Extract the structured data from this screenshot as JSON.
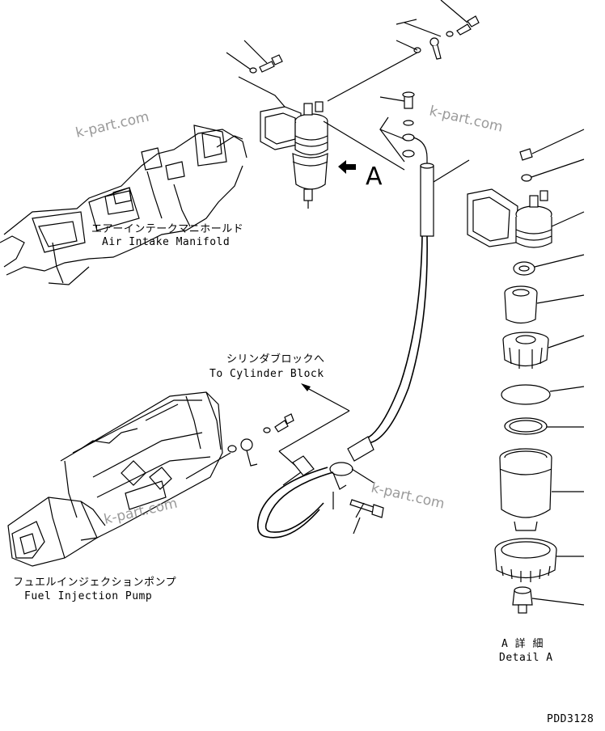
{
  "labels": {
    "air_intake_jp": "エアーインテークマニホールド",
    "air_intake_en": "Air Intake Manifold",
    "cylinder_block_jp": "シリンダブロックへ",
    "cylinder_block_en": "To Cylinder Block",
    "fuel_pump_jp": "フュエルインジェクションポンプ",
    "fuel_pump_en": "Fuel Injection Pump",
    "detail_marker": "A",
    "detail_jp": "A 詳 細",
    "detail_en": "Detail A",
    "drawing_code": "PDD3128"
  },
  "watermarks": [
    "k-part.com",
    "k-part.com",
    "k-part.com",
    "k-part.com"
  ]
}
